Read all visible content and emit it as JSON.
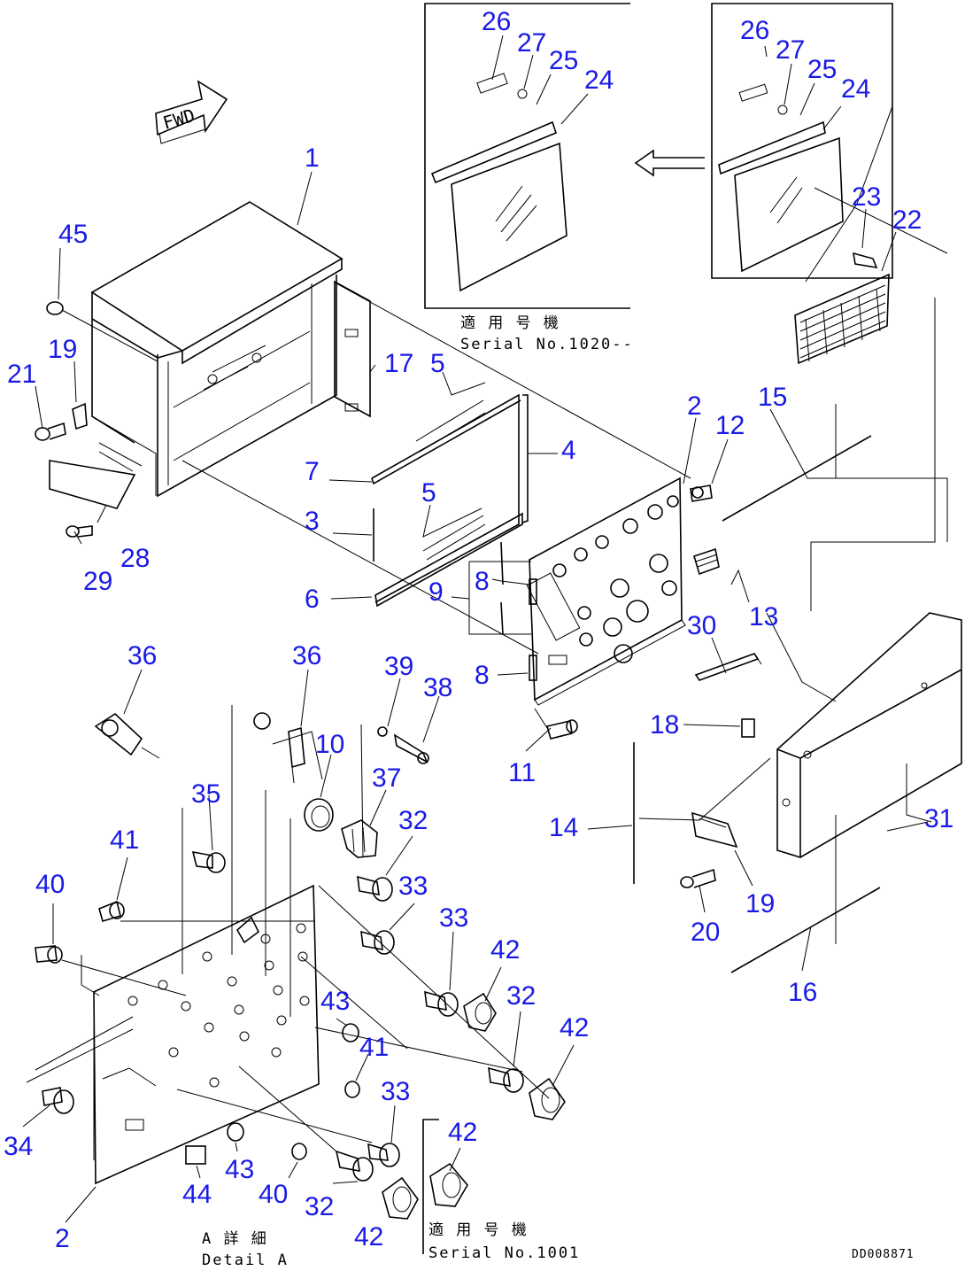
{
  "fwd_label": "FWD",
  "part_labels": [
    {
      "id": "lbl-26a",
      "text": "26"
    },
    {
      "id": "lbl-27a",
      "text": "27"
    },
    {
      "id": "lbl-25a",
      "text": "25"
    },
    {
      "id": "lbl-24a",
      "text": "24"
    },
    {
      "id": "lbl-26b",
      "text": "26"
    },
    {
      "id": "lbl-27b",
      "text": "27"
    },
    {
      "id": "lbl-25b",
      "text": "25"
    },
    {
      "id": "lbl-24b",
      "text": "24"
    },
    {
      "id": "lbl-23",
      "text": "23"
    },
    {
      "id": "lbl-22",
      "text": "22"
    },
    {
      "id": "lbl-1",
      "text": "1"
    },
    {
      "id": "lbl-45",
      "text": "45"
    },
    {
      "id": "lbl-19a",
      "text": "19"
    },
    {
      "id": "lbl-21",
      "text": "21"
    },
    {
      "id": "lbl-17",
      "text": "17"
    },
    {
      "id": "lbl-5a",
      "text": "5"
    },
    {
      "id": "lbl-2a",
      "text": "2"
    },
    {
      "id": "lbl-15",
      "text": "15"
    },
    {
      "id": "lbl-12",
      "text": "12"
    },
    {
      "id": "lbl-4",
      "text": "4"
    },
    {
      "id": "lbl-7",
      "text": "7"
    },
    {
      "id": "lbl-5b",
      "text": "5"
    },
    {
      "id": "lbl-3",
      "text": "3"
    },
    {
      "id": "lbl-28",
      "text": "28"
    },
    {
      "id": "lbl-29",
      "text": "29"
    },
    {
      "id": "lbl-8a",
      "text": "8"
    },
    {
      "id": "lbl-9",
      "text": "9"
    },
    {
      "id": "lbl-6",
      "text": "6"
    },
    {
      "id": "lbl-13",
      "text": "13"
    },
    {
      "id": "lbl-30",
      "text": "30"
    },
    {
      "id": "lbl-8b",
      "text": "8"
    },
    {
      "id": "lbl-36a",
      "text": "36"
    },
    {
      "id": "lbl-36b",
      "text": "36"
    },
    {
      "id": "lbl-39",
      "text": "39"
    },
    {
      "id": "lbl-38",
      "text": "38"
    },
    {
      "id": "lbl-18",
      "text": "18"
    },
    {
      "id": "lbl-10",
      "text": "10"
    },
    {
      "id": "lbl-11",
      "text": "11"
    },
    {
      "id": "lbl-37",
      "text": "37"
    },
    {
      "id": "lbl-35",
      "text": "35"
    },
    {
      "id": "lbl-32a",
      "text": "32"
    },
    {
      "id": "lbl-14",
      "text": "14"
    },
    {
      "id": "lbl-31",
      "text": "31"
    },
    {
      "id": "lbl-41a",
      "text": "41"
    },
    {
      "id": "lbl-33a",
      "text": "33"
    },
    {
      "id": "lbl-19b",
      "text": "19"
    },
    {
      "id": "lbl-40a",
      "text": "40"
    },
    {
      "id": "lbl-20",
      "text": "20"
    },
    {
      "id": "lbl-33b",
      "text": "33"
    },
    {
      "id": "lbl-42a",
      "text": "42"
    },
    {
      "id": "lbl-32b",
      "text": "32"
    },
    {
      "id": "lbl-16",
      "text": "16"
    },
    {
      "id": "lbl-43a",
      "text": "43"
    },
    {
      "id": "lbl-42b",
      "text": "42"
    },
    {
      "id": "lbl-41b",
      "text": "41"
    },
    {
      "id": "lbl-33c",
      "text": "33"
    },
    {
      "id": "lbl-34",
      "text": "34"
    },
    {
      "id": "lbl-42c",
      "text": "42"
    },
    {
      "id": "lbl-43b",
      "text": "43"
    },
    {
      "id": "lbl-44",
      "text": "44"
    },
    {
      "id": "lbl-40b",
      "text": "40"
    },
    {
      "id": "lbl-32c",
      "text": "32"
    },
    {
      "id": "lbl-2b",
      "text": "2"
    },
    {
      "id": "lbl-42d",
      "text": "42"
    }
  ],
  "captions": {
    "inset1_jp": "適 用 号 機",
    "inset1_serial": "Serial No.1020--",
    "inset2_jp": "適 用 号 機",
    "inset2_serial": "Serial No.1001",
    "detail_jp": "A  詳 細",
    "detail_en": "Detail A",
    "drawing_code": "DD008871"
  }
}
